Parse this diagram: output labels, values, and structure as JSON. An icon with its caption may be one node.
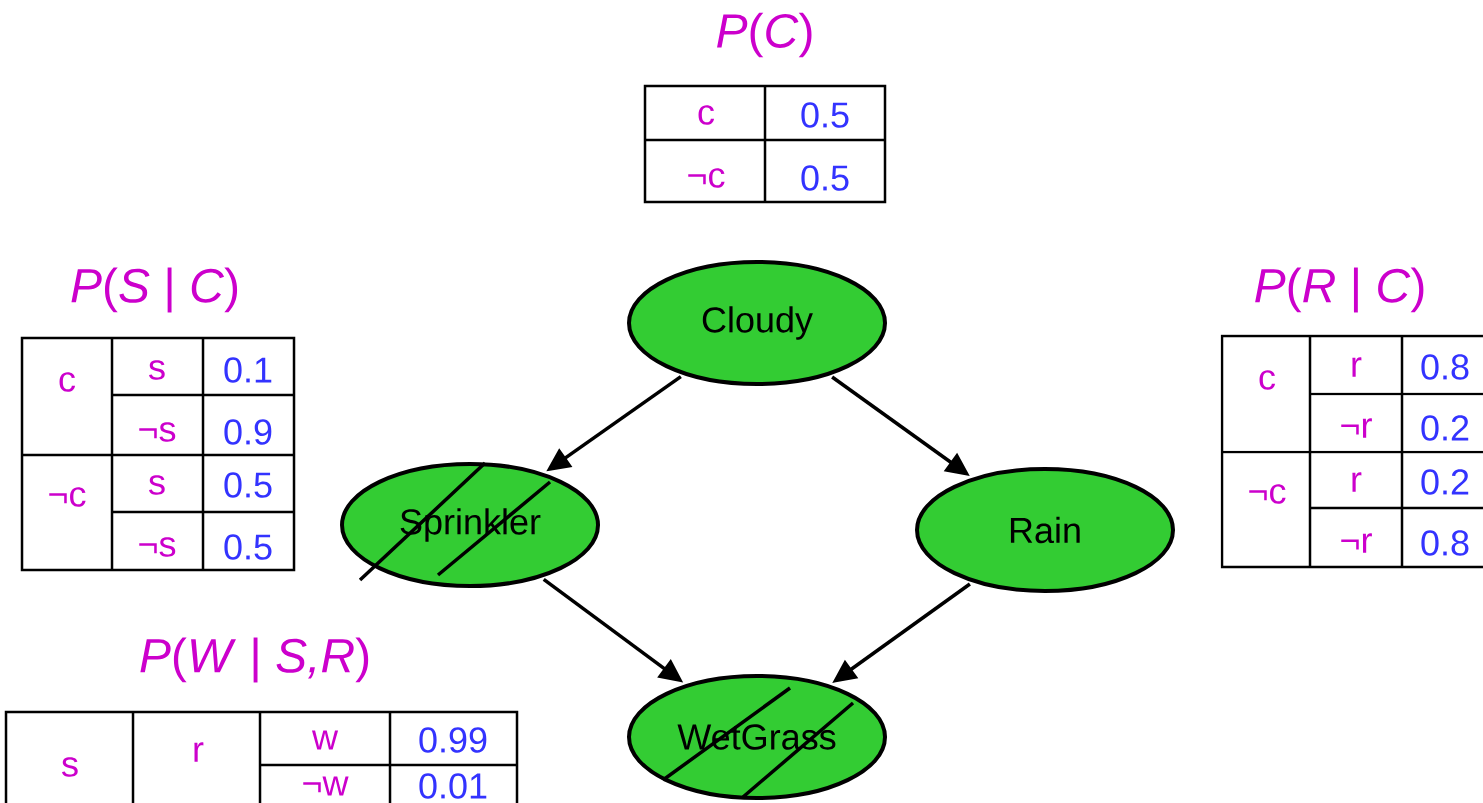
{
  "diagram": {
    "nodes": [
      {
        "text": [
          "Cloudy"
        ]
      },
      {
        "text": [
          "Sprinkler"
        ]
      },
      {
        "text": [
          "Rain"
        ]
      },
      {
        "text": [
          "WetGrass"
        ]
      }
    ],
    "edges": [
      {
        "from": 0,
        "to": 1,
        "arrow": "to"
      },
      {
        "from": 0,
        "to": 2,
        "arrow": "to"
      },
      {
        "from": 1,
        "to": 3,
        "arrow": "to"
      },
      {
        "from": 2,
        "to": 3,
        "arrow": "to"
      }
    ],
    "labels": [
      "*P*(*C*)",
      "c",
      "0.5",
      "¬c",
      "0.5",
      "*P*(*S* | *C*)",
      "c",
      "s",
      "0.1",
      "¬s",
      "0.9",
      "¬c",
      "s",
      "0.5",
      "¬s",
      "0.5",
      "*P*(*R* | *C*)",
      "c",
      "r",
      "0.8",
      "¬r",
      "0.2",
      "¬c",
      "r",
      "0.2",
      "¬r",
      "0.8",
      "*P*(*W* | *S,R*)",
      "s",
      "r",
      "w",
      "0.99",
      "¬w",
      "0.01"
    ]
  }
}
